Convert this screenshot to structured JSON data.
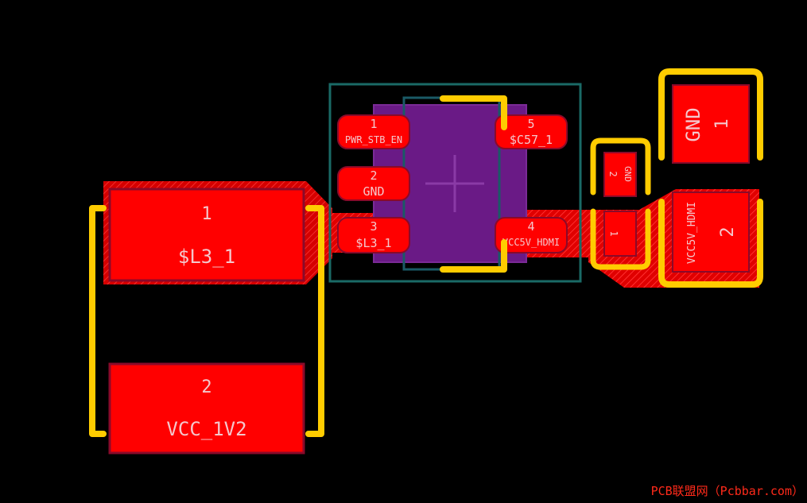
{
  "colors": {
    "background": "#000000",
    "copper": "#ff0000",
    "copper_edge": "#8a0a2a",
    "silkscreen": "#ffcc00",
    "body_fill": "#6a1a86",
    "courtyard": "#1a6a66",
    "pad_text": "#f4c7cc",
    "watermark": "#ff2a1a"
  },
  "inductor": {
    "pad1": {
      "number": "1",
      "net": "$L3_1"
    },
    "pad2": {
      "number": "2",
      "net": "VCC_1V2"
    }
  },
  "regulator": {
    "pad1": {
      "number": "1",
      "net": "PWR_STB_EN"
    },
    "pad2": {
      "number": "2",
      "net": "GND"
    },
    "pad3": {
      "number": "3",
      "net": "$L3_1"
    },
    "pad4": {
      "number": "4",
      "net": "VCC5V_HDMI"
    },
    "pad5": {
      "number": "5",
      "net": "$C57_1"
    }
  },
  "small_cap": {
    "pad_top": {
      "number": "2",
      "net": "GND"
    },
    "pad_bottom": {
      "number": "1"
    }
  },
  "large_cap": {
    "pad1": {
      "number": "1",
      "net": "GND"
    },
    "pad2": {
      "number": "2",
      "net": "VCC5V_HDMI"
    }
  },
  "watermark": "PCB联盟网（Pcbbar.com）"
}
